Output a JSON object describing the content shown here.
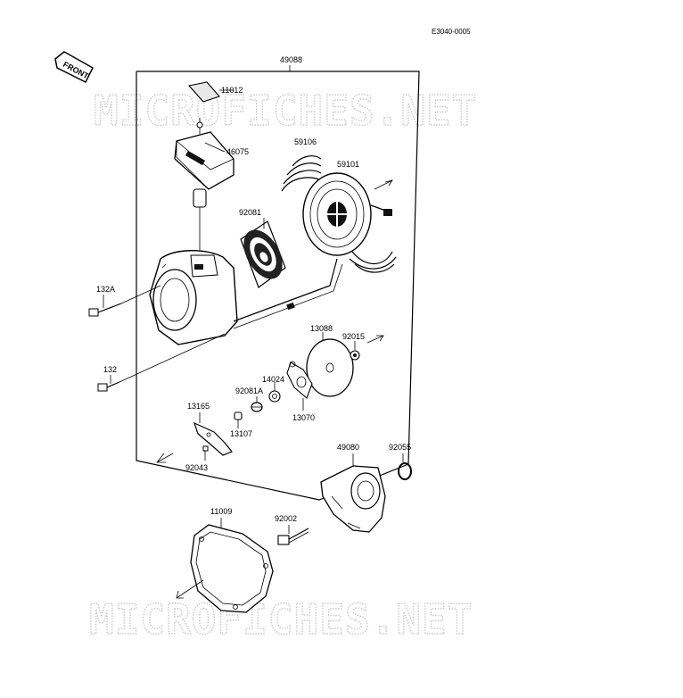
{
  "diagram_code": "E3040-0005",
  "front_label": "FRONT",
  "watermark": "MICROFICHES.NET",
  "parts": {
    "p49088": "49088",
    "p11012": "11012",
    "p46075": "46075",
    "p59106": "59106",
    "p59101": "59101",
    "p92081": "92081",
    "p132A": "132A",
    "p132": "132",
    "p13088": "13088",
    "p92015": "92015",
    "p14024": "14024",
    "p92081A": "92081A",
    "p13070": "13070",
    "p13165": "13165",
    "p13107": "13107",
    "p92043": "92043",
    "p49080": "49080",
    "p92055": "92055",
    "p11009": "11009",
    "p92002": "92002"
  }
}
